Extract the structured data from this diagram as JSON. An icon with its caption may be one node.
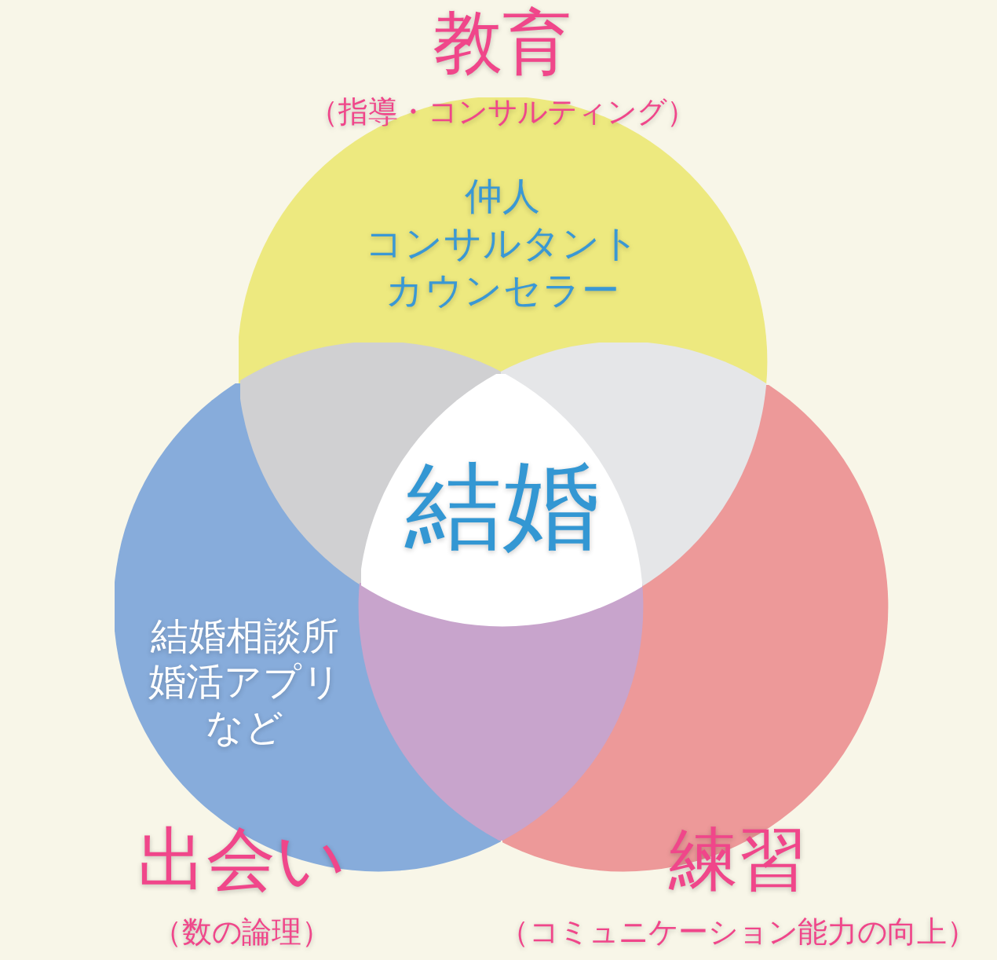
{
  "diagram": {
    "nodes": [
      {
        "text": [
          "教育",
          "（指導・コンサルティング）",
          "仲人",
          "コンサルタント",
          "カウンセラー"
        ]
      },
      {
        "text": [
          "結婚"
        ]
      },
      {
        "text": [
          "結婚相談所",
          "婚活アプリ",
          "など",
          "出会い",
          "（数の論理）"
        ]
      },
      {
        "text": [
          "練習",
          "（コミュニケーション能力の向上）"
        ]
      }
    ]
  }
}
